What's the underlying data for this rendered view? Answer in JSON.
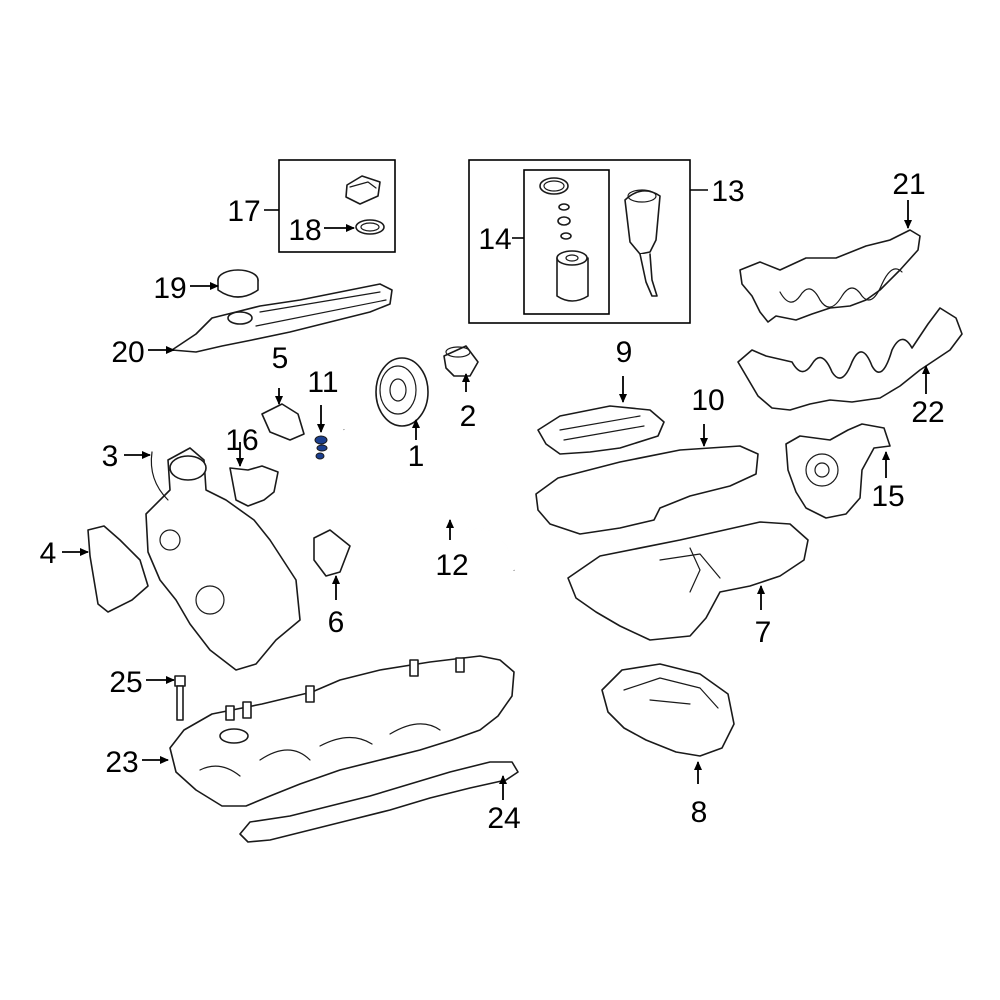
{
  "accent_color": "#1b3f8f",
  "callouts": [
    "1",
    "2",
    "3",
    "4",
    "5",
    "6",
    "7",
    "8",
    "9",
    "10",
    "11",
    "12",
    "13",
    "14",
    "15",
    "16",
    "17",
    "18",
    "19",
    "20",
    "21",
    "22",
    "23",
    "24",
    "25"
  ]
}
